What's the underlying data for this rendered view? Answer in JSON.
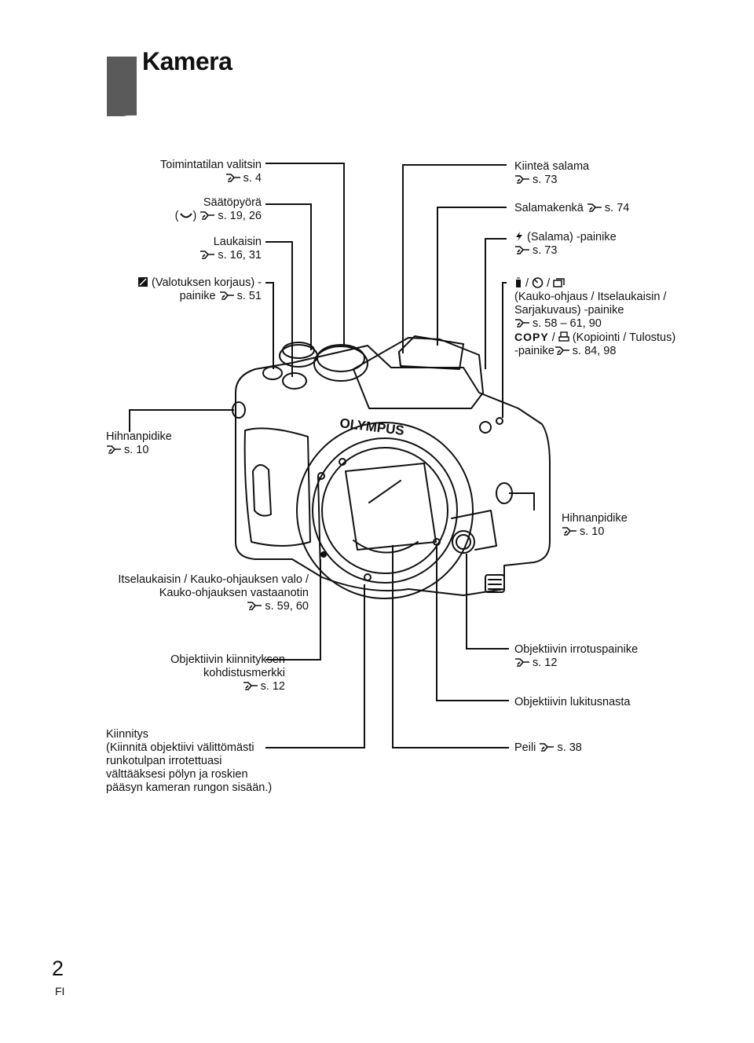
{
  "page": {
    "title": "Kamera",
    "page_number": "2",
    "language": "FI"
  },
  "labels": {
    "mode_dial": {
      "name": "Toimintatilan valitsin",
      "ref": "s. 4"
    },
    "control_dial": {
      "name": "Säätöpyörä",
      "paren_open": "(",
      "paren_close": ")",
      "ref": "s. 19, 26"
    },
    "shutter": {
      "name": "Laukaisin",
      "ref": "s. 16, 31"
    },
    "exposure": {
      "name": "(Valotuksen korjaus) -",
      "name2": "painike",
      "ref": "s. 51"
    },
    "strap_left": {
      "name": "Hihnanpidike",
      "ref": "s. 10"
    },
    "flash": {
      "name": "Kiinteä salama",
      "ref": "s. 73"
    },
    "hotshoe": {
      "name": "Salamakenkä",
      "ref": "s. 74"
    },
    "flash_button": {
      "name": "(Salama) -painike",
      "ref": "s. 73"
    },
    "drive_button": {
      "sep1": "/",
      "sep2": "/",
      "line2": "(Kauko-ohjaus / Itselaukaisin /",
      "line3": "Sarjakuvaus) -painike",
      "ref": "s. 58 – 61, 90",
      "copy": "COPY",
      "sep3": "/",
      "line5": "(Kopiointi / Tulostus)",
      "line6": "-painike",
      "ref2": "s. 84, 98"
    },
    "strap_right": {
      "name": "Hihnanpidike",
      "ref": "s. 10"
    },
    "self_timer_lamp": {
      "line1": "Itselaukaisin / Kauko-ohjauksen valo /",
      "line2": "Kauko-ohjauksen vastaanotin",
      "ref": "s. 59, 60"
    },
    "mount_mark": {
      "line1": "Objektiivin kiinnityksen",
      "line2": "kohdistusmerkki",
      "ref": "s. 12"
    },
    "lens_release": {
      "name": "Objektiivin irrotuspainike",
      "ref": "s. 12"
    },
    "lens_lock": {
      "name": "Objektiivin lukitusnasta"
    },
    "mount": {
      "line1": "Kiinnitys",
      "line2": "(Kiinnitä objektiivi välittömästi",
      "line3": "runkotulpan irrotettuasi",
      "line4": "välttääksesi pölyn ja roskien",
      "line5": "pääsyn kameran rungon sisään.)"
    },
    "mirror": {
      "name": "Peili",
      "ref": "s. 38"
    }
  },
  "camera": {
    "brand": "OLYMPUS"
  }
}
